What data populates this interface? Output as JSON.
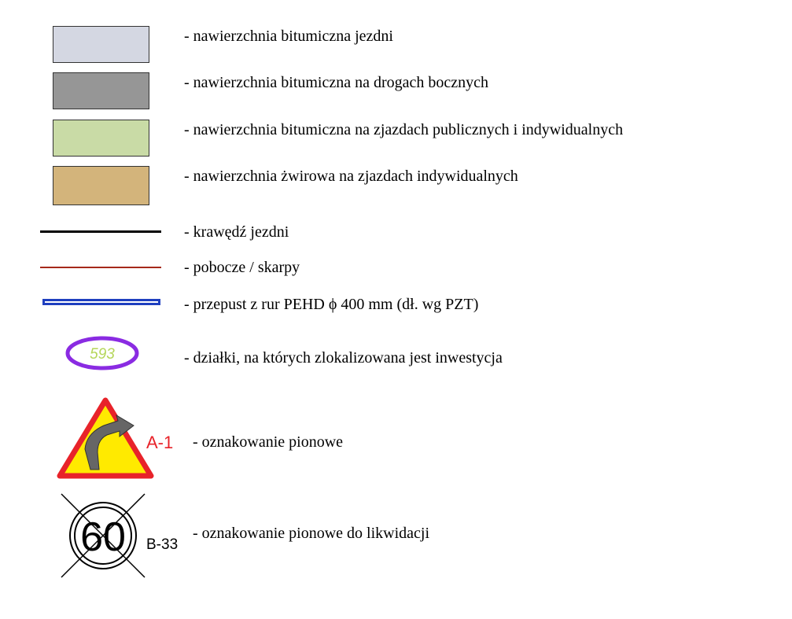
{
  "legend": {
    "items": [
      {
        "type": "swatch",
        "color": "#d4d7e2",
        "label": "- nawierzchnia bitumiczna jezdni"
      },
      {
        "type": "swatch",
        "color": "#969696",
        "label": "- nawierzchnia bitumiczna na drogach bocznych"
      },
      {
        "type": "swatch",
        "color": "#c9dba6",
        "label": "- nawierzchnia bitumiczna na zjazdach publicznych i indywidualnych"
      },
      {
        "type": "swatch",
        "color": "#d3b47b",
        "label": "- nawierzchnia żwirowa na zjazdach indywidualnych"
      },
      {
        "type": "line",
        "color": "#000000",
        "label": "- krawędź jezdni"
      },
      {
        "type": "line",
        "color": "#a5291a",
        "label": "- pobocze / skarpy"
      },
      {
        "type": "culvert",
        "color": "#1f3fbf",
        "label": "- przepust z rur PEHD ϕ 400 mm (dł. wg PZT)"
      },
      {
        "type": "parcel",
        "color": "#8a2be2",
        "text": "593",
        "text_color": "#b5d65a",
        "label": "- działki, na których zlokalizowana jest inwestycja"
      },
      {
        "type": "sign-a1",
        "code": "A-1",
        "label": "- oznakowanie pionowe"
      },
      {
        "type": "sign-b33",
        "value": "60",
        "code": "B-33",
        "label": "- oznakowanie pionowe do likwidacji"
      }
    ]
  }
}
